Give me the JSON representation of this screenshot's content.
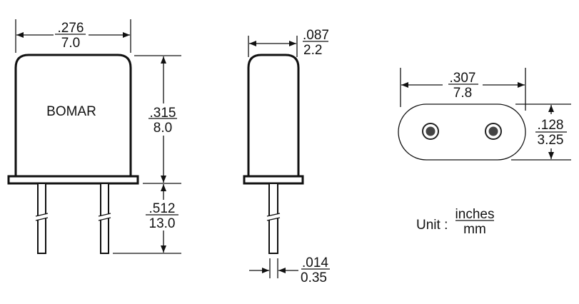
{
  "front_view": {
    "label": "BOMAR",
    "width": {
      "inches": ".276",
      "mm": "7.0"
    },
    "body_height": {
      "inches": ".315",
      "mm": "8.0"
    },
    "lead_length": {
      "inches": ".512",
      "mm": "13.0"
    }
  },
  "side_view": {
    "thickness": {
      "inches": ".087",
      "mm": "2.2"
    },
    "lead_diameter": {
      "inches": ".014",
      "mm": "0.35"
    }
  },
  "bottom_view": {
    "length": {
      "inches": ".307",
      "mm": "7.8"
    },
    "width": {
      "inches": ".128",
      "mm": "3.25"
    }
  },
  "unit": {
    "label": "Unit :",
    "numerator": "inches",
    "denominator": "mm"
  }
}
